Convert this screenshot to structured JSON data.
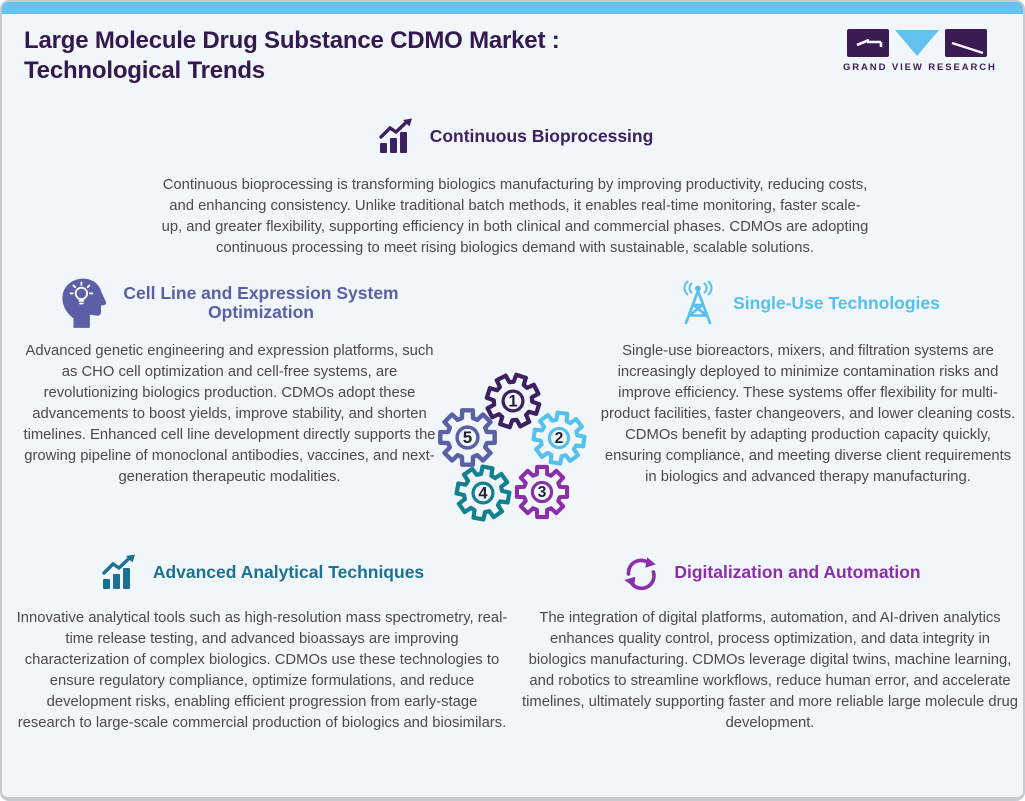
{
  "page": {
    "title_line1": "Large Molecule Drug Substance CDMO Market :",
    "title_line2": "Technological Trends",
    "brand_name": "GRAND VIEW RESEARCH",
    "accent_bar_color": "#66c3ee",
    "background_color": "#f1f6fa",
    "title_color": "#33194f",
    "body_text_color": "#494950"
  },
  "sections": {
    "continuous_bioprocessing": {
      "title": "Continuous Bioprocessing",
      "icon": "growth-chart-icon",
      "accent_color": "#3d2060",
      "body": "Continuous bioprocessing is transforming biologics manufacturing by improving productivity, reducing costs, and enhancing consistency. Unlike traditional batch methods, it enables real-time monitoring, faster scale-up, and greater flexibility, supporting efficiency in both clinical and commercial phases. CDMOs are adopting continuous processing to meet rising biologics demand with sustainable, scalable solutions."
    },
    "cell_line_optimization": {
      "title": "Cell Line and Expression System Optimization",
      "icon": "head-lightbulb-icon",
      "accent_color": "#5b5fa6",
      "body": "Advanced genetic engineering and expression platforms, such as CHO cell optimization and cell-free systems, are revolutionizing biologics production. CDMOs adopt these advancements to boost yields, improve stability, and shorten timelines. Enhanced cell line development directly supports the growing pipeline of monoclonal antibodies, vaccines, and next-generation therapeutic modalities."
    },
    "single_use_technologies": {
      "title": "Single-Use Technologies",
      "icon": "antenna-icon",
      "accent_color": "#54c0ee",
      "body": "Single-use bioreactors, mixers, and filtration systems are increasingly deployed to minimize contamination risks and improve efficiency. These systems offer flexibility for multi-product facilities, faster changeovers, and lower cleaning costs. CDMOs benefit by adapting production capacity quickly, ensuring compliance, and meeting diverse client requirements in biologics and advanced therapy manufacturing."
    },
    "advanced_analytical": {
      "title": "Advanced Analytical Techniques",
      "icon": "growth-chart-icon",
      "accent_color": "#1b7191",
      "body": "Innovative analytical tools such as high-resolution mass spectrometry, real-time release testing, and advanced bioassays are improving characterization of complex biologics. CDMOs use these technologies to ensure regulatory compliance, optimize formulations, and reduce development risks, enabling efficient progression from early-stage research to large-scale commercial production of biologics and biosimilars."
    },
    "digitalization_automation": {
      "title": "Digitalization and Automation",
      "icon": "cycle-arrows-icon",
      "accent_color": "#8a2fa9",
      "body": "The integration of digital platforms, automation, and AI-driven analytics enhances quality control, process optimization, and data integrity in biologics manufacturing. CDMOs leverage digital twins, machine learning, and robotics to streamline workflows, reduce human error, and accelerate timelines, ultimately supporting faster and more reliable large molecule drug development."
    }
  },
  "gears": [
    {
      "number": "1",
      "color": "#3d2060",
      "rotation": 18
    },
    {
      "number": "2",
      "color": "#54c0ee",
      "rotation": 8
    },
    {
      "number": "3",
      "color": "#8a2fa9",
      "rotation": 0
    },
    {
      "number": "4",
      "color": "#12808f",
      "rotation": 10
    },
    {
      "number": "5",
      "color": "#5b5fa6",
      "rotation": 0
    }
  ]
}
